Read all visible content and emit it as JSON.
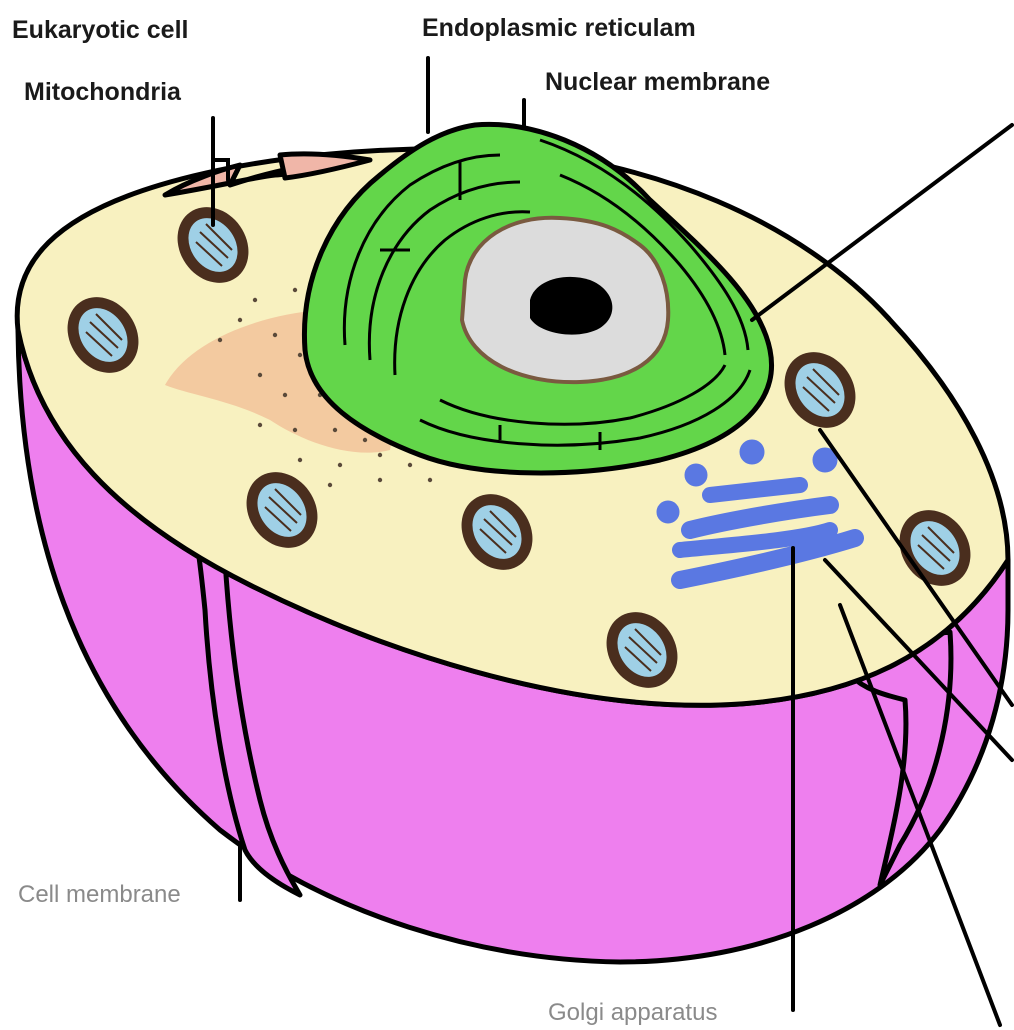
{
  "diagram": {
    "labels": {
      "eukaryotic_cell": "Eukaryotic cell",
      "endoplasmic_reticulum": "Endoplasmic reticulam",
      "mitochondria": "Mitochondria",
      "nuclear_membrane": "Nuclear membrane",
      "cell_membrane": "Cell membrane",
      "golgi_apparatus": "Golgi apparatus"
    },
    "colors": {
      "cytoplasm": "#f8f1c0",
      "cell_body": "#ee7fee",
      "er": "#63d64a",
      "nucleus": "#dcdcdc",
      "nucleolus": "#000000",
      "golgi": "#5a78e2",
      "ribosome_patch": "#f2c39a",
      "mitochondria_outer": "#4a2e1e",
      "mitochondria_inner": "#9fd0e6"
    }
  }
}
